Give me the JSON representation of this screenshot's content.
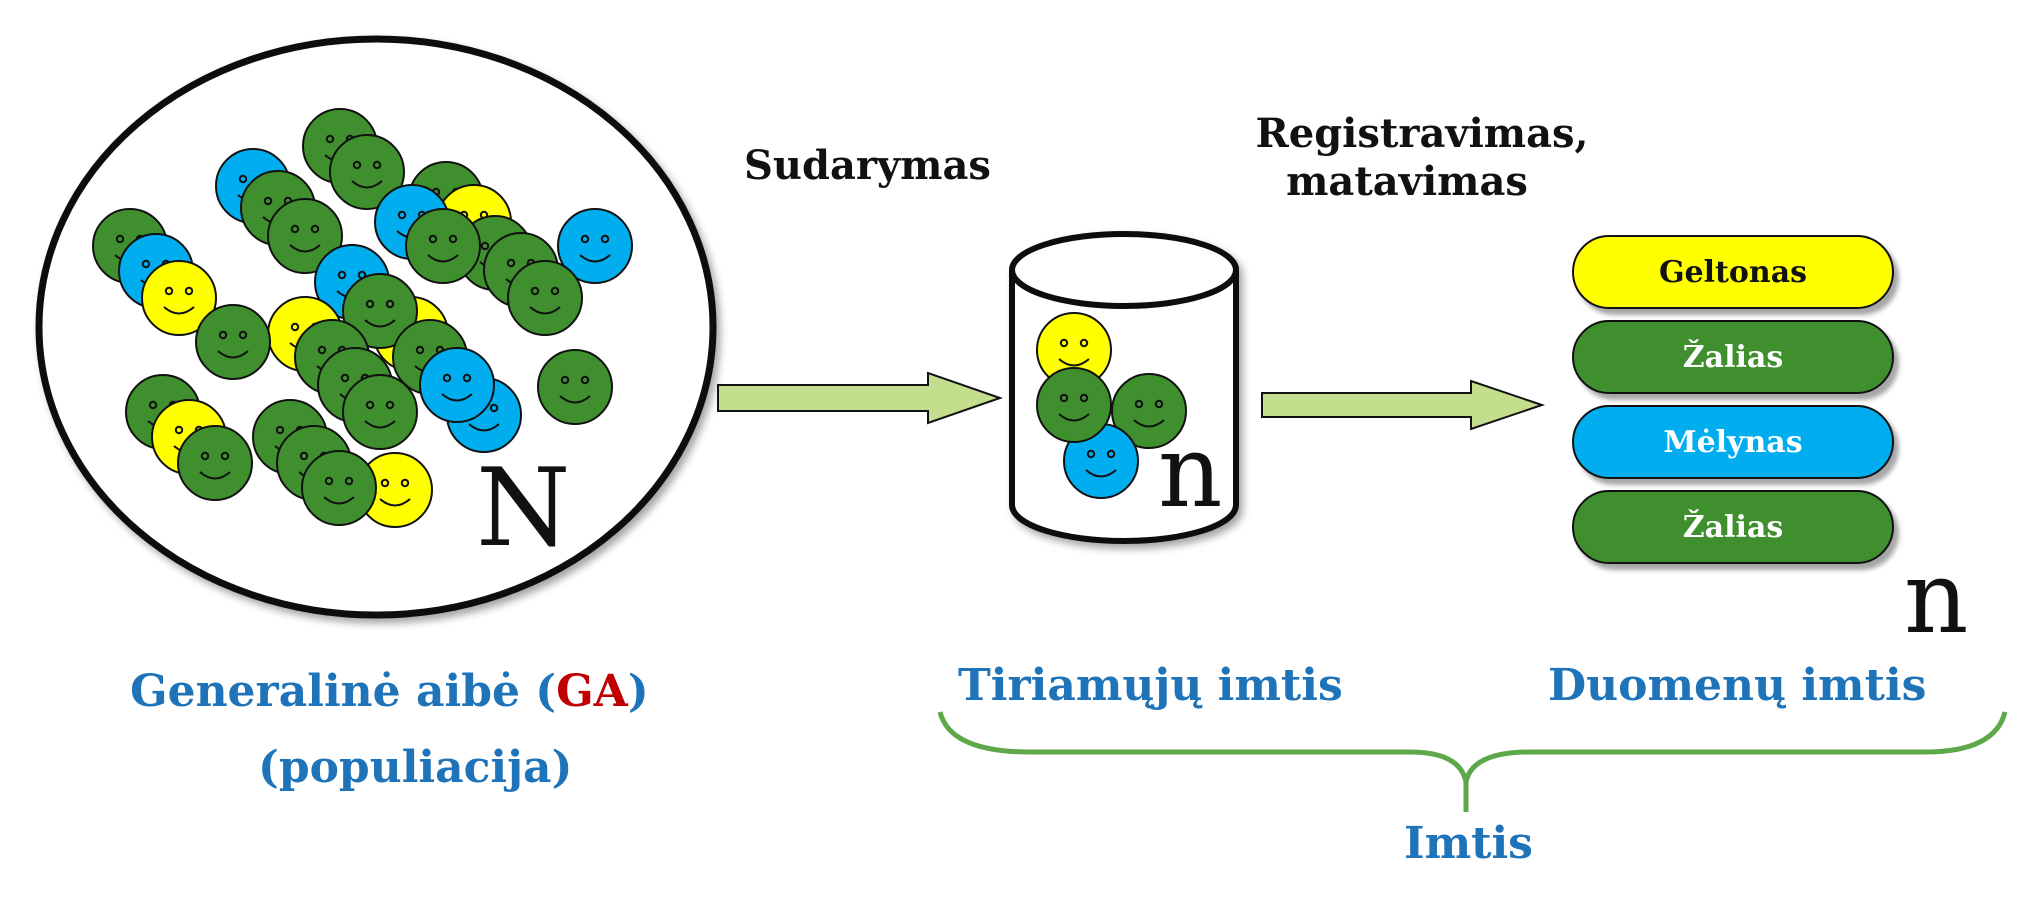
{
  "population": {
    "label_main": "Generalinė aibė (",
    "label_abbr": "GA",
    "label_close": ")",
    "label_sub": "(populiacija)",
    "size_symbol": "N"
  },
  "sampling": {
    "arrow_label": "Sudarymas",
    "sample_size_symbol": "n",
    "sample_label": "Tiriamųjų imtis"
  },
  "recording": {
    "arrow_label_line1": "Registravimas,",
    "arrow_label_line2": "matavimas",
    "data_size_symbol": "n",
    "data_label": "Duomenų imtis",
    "records": [
      {
        "text": "Geltonas",
        "color": "#ffff00",
        "text_color": "#111111"
      },
      {
        "text": "Žalias",
        "color": "#3f8f2f",
        "text_color": "#ffffff"
      },
      {
        "text": "Mėlynas",
        "color": "#00aeef",
        "text_color": "#ffffff"
      },
      {
        "text": "Žalias",
        "color": "#3f8f2f",
        "text_color": "#ffffff"
      }
    ]
  },
  "brace_label": "Imtis",
  "colors": {
    "green": "#3f8f2f",
    "blue": "#00aeef",
    "yellow": "#ffff00",
    "arrow": "#c3df8e",
    "brace": "#5fa84a",
    "label_blue": "#1f73b8",
    "accent_red": "#c00000"
  }
}
